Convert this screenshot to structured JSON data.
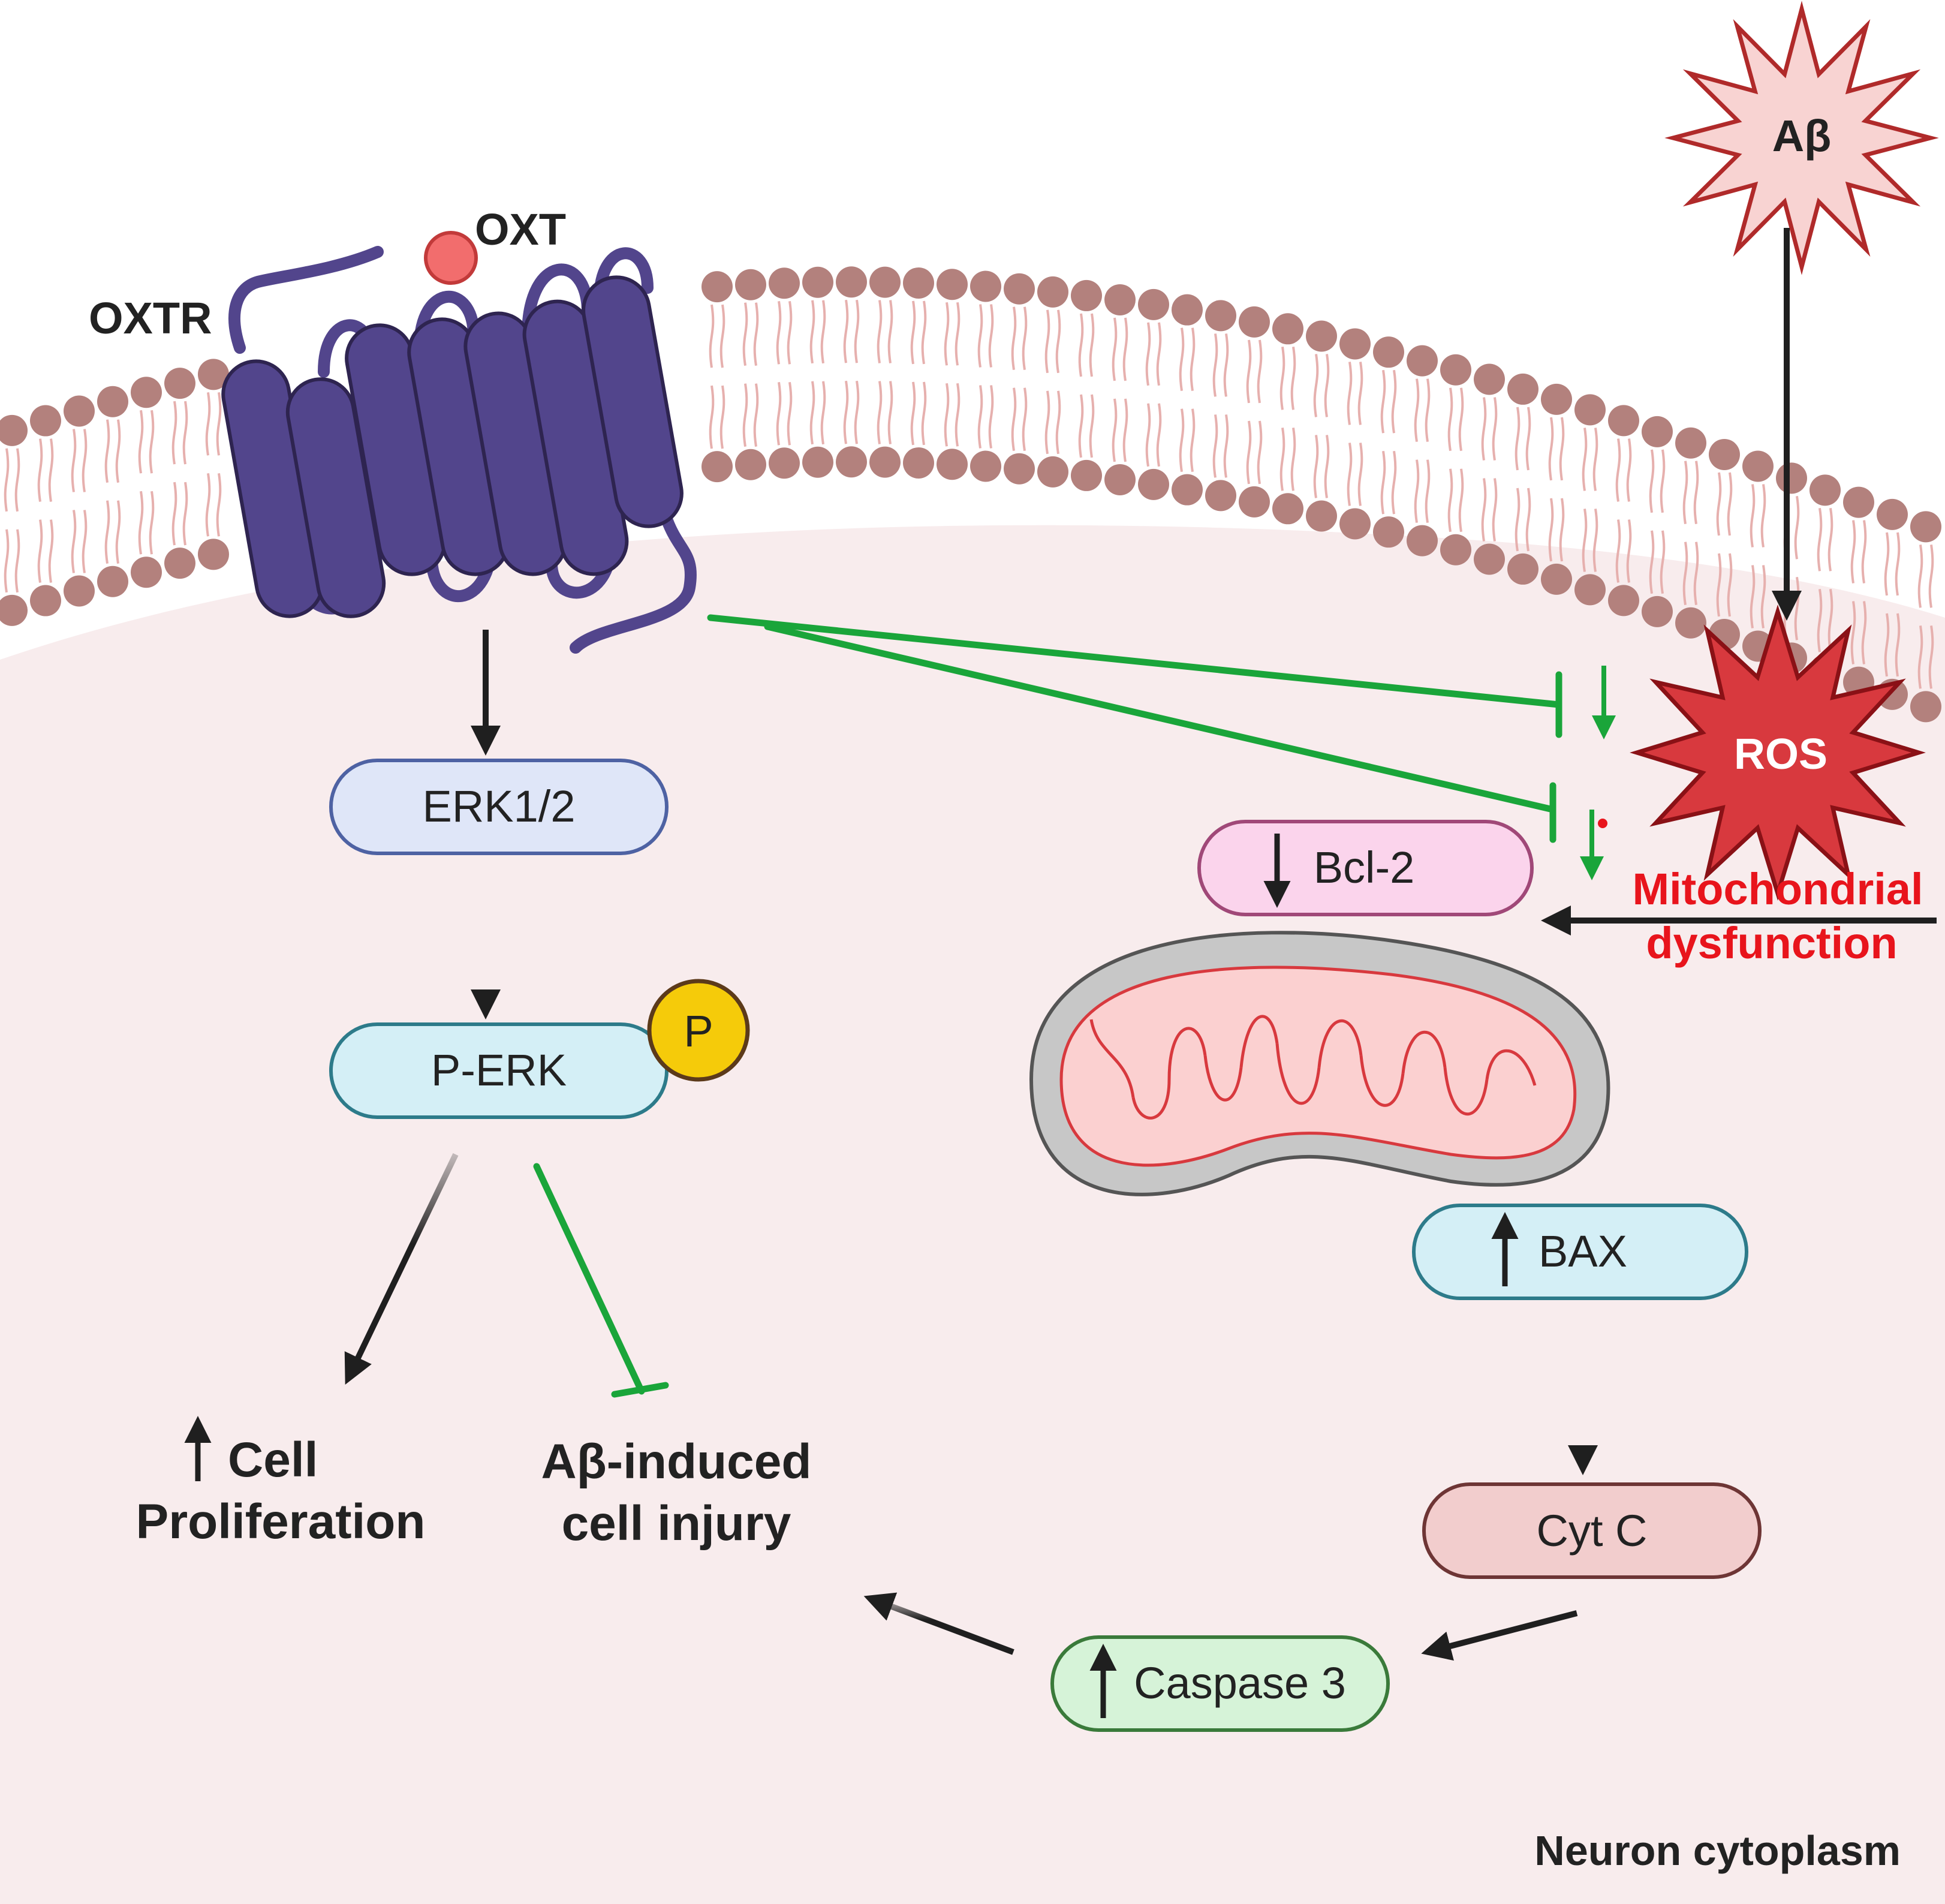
{
  "labels": {
    "oxtr": "OXTR",
    "oxt": "OXT",
    "abeta": "Aβ",
    "ros": "ROS",
    "mito_line1": "Mitochondrial",
    "mito_line2": "dysfunction",
    "cell_line1": "Cell",
    "cell_line2": "Proliferation",
    "injury_line1": "Aβ-induced",
    "injury_line2": "cell injury",
    "cytoplasm": "Neuron cytoplasm",
    "phospho": "P"
  },
  "nodes": {
    "erk": "ERK1/2",
    "perk": "P-ERK",
    "bcl2": "Bcl-2",
    "bax": "BAX",
    "cytc": "Cyt C",
    "casp3": "Caspase 3"
  },
  "colors": {
    "receptor": "#52458c",
    "lipid_head": "#b3817d",
    "lipid_tail": "#e6b0ae",
    "cytoplasm": "#f8eced",
    "inhibit_green": "#1aa53a",
    "alert_red": "#e8141c",
    "ros_fill": "#d8393e",
    "abeta_fill": "#f8d3d2"
  },
  "regulation": {
    "bcl2": "down",
    "bax": "up",
    "casp3": "up",
    "cell_proliferation": "up"
  }
}
